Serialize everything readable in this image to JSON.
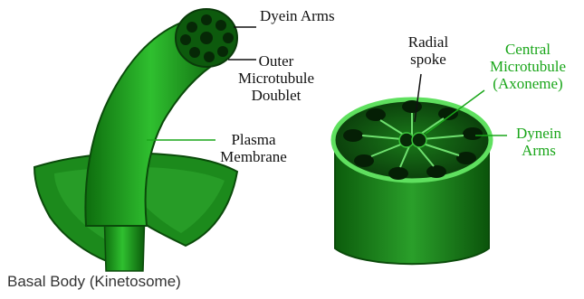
{
  "labels": {
    "dyein_arms": "Dyein Arms",
    "outer_microtubule_doublet_1": "Outer",
    "outer_microtubule_doublet_2": "Microtubule",
    "outer_microtubule_doublet_3": "Doublet",
    "plasma_membrane_1": "Plasma",
    "plasma_membrane_2": "Membrane",
    "radial_spoke_1": "Radial",
    "radial_spoke_2": "spoke",
    "central_microtubule_1": "Central",
    "central_microtubule_2": "Microtubule",
    "central_microtubule_3": "(Axoneme)",
    "dynein_arms_1": "Dynein",
    "dynein_arms_2": "Arms",
    "basal_body": "Basal Body (Kinetosome)"
  },
  "colors": {
    "structure_green": "#1f8f1f",
    "structure_dark": "#0b4a0b",
    "highlight_green": "#5fe05f",
    "label_green": "#1aa61a",
    "label_text": "#111111"
  }
}
